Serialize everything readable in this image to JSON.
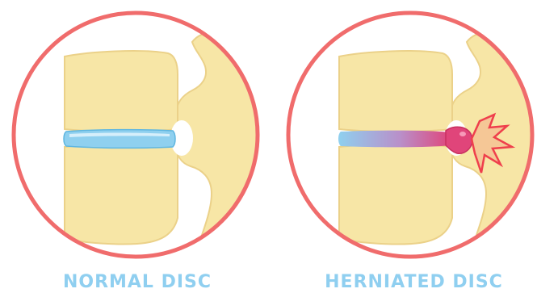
{
  "colors": {
    "background": "#ffffff",
    "ring": "#f06c6c",
    "bone": "#f7e6a6",
    "bone_dark": "#ebd189",
    "disc": "#8fd0ef",
    "disc_dark": "#5fb6e0",
    "hernia": "#e0457a",
    "hernia_dark": "#c8305f",
    "pain_burst": "#ef3f4c",
    "label": "#8fcff0"
  },
  "panels": [
    {
      "id": "normal",
      "label": "NORMAL DISC",
      "herniated": false
    },
    {
      "id": "herniated",
      "label": "HERNIATED DISC",
      "herniated": true
    }
  ]
}
